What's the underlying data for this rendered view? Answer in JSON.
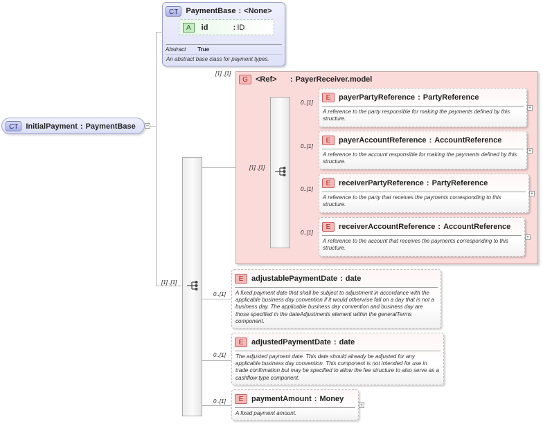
{
  "base": {
    "badge": "CT",
    "name": "PaymentBase",
    "colon": ":",
    "type": "<None>",
    "attribute": {
      "badge": "A",
      "name": "id",
      "colon": ":",
      "type": "ID"
    },
    "abstract_label": "Abstract",
    "abstract_value": "True",
    "description": "An abstract base class for payment types."
  },
  "root": {
    "badge": "CT",
    "name": "InitialPayment",
    "colon": ":",
    "type": "PaymentBase"
  },
  "group": {
    "badge": "G",
    "ref": "<Ref>",
    "colon": ":",
    "name": "PayerReceiver.model",
    "cardinality": "[1]..[1]",
    "inner_cardinality": "[1]..[1]",
    "elements": [
      {
        "badge": "E",
        "name": "payerPartyReference",
        "colon": ":",
        "type": "PartyReference",
        "cardinality": "0..[1]",
        "description": "A reference to the party responsible for making the payments defined by this structure."
      },
      {
        "badge": "E",
        "name": "payerAccountReference",
        "colon": ":",
        "type": "AccountReference",
        "cardinality": "0..[1]",
        "description": "A reference to the account responsible for making the payments defined by this structure."
      },
      {
        "badge": "E",
        "name": "receiverPartyReference",
        "colon": ":",
        "type": "PartyReference",
        "cardinality": "0..[1]",
        "description": "A reference to the party that receives the payments corresponding to this structure."
      },
      {
        "badge": "E",
        "name": "receiverAccountReference",
        "colon": ":",
        "type": "AccountReference",
        "cardinality": "0..[1]",
        "description": "A reference to the account that receives the payments corresponding to this structure."
      }
    ]
  },
  "sequence": {
    "cardinality": "[1]..[1]"
  },
  "elements": [
    {
      "badge": "E",
      "name": "adjustablePaymentDate",
      "colon": ":",
      "type": "date",
      "cardinality": "0..[1]",
      "description": "A fixed payment date that shall be subject to adjustment in accordance with the applicable business day convention if it would otherwise fall on a day that is not a business day. The applicable business day convention and business day are those specified in the dateAdjustments element within the generalTerms component."
    },
    {
      "badge": "E",
      "name": "adjustedPaymentDate",
      "colon": ":",
      "type": "date",
      "cardinality": "0..[1]",
      "description": "The adjusted payment date. This date should already be adjusted for any applicable business day convention. This component is not intended for use in trade confirmation but may be specified to allow the fee structure to also serve as a cashflow type component."
    },
    {
      "badge": "E",
      "name": "paymentAmount",
      "colon": ":",
      "type": "Money",
      "cardinality": "0..[1]",
      "description": "A fixed payment amount."
    }
  ],
  "colors": {
    "element_badge": "#f5b9b9",
    "group_bg": "#fbdada",
    "ct_badge": "#aab0e3",
    "attribute_badge": "#c6ecc6"
  }
}
